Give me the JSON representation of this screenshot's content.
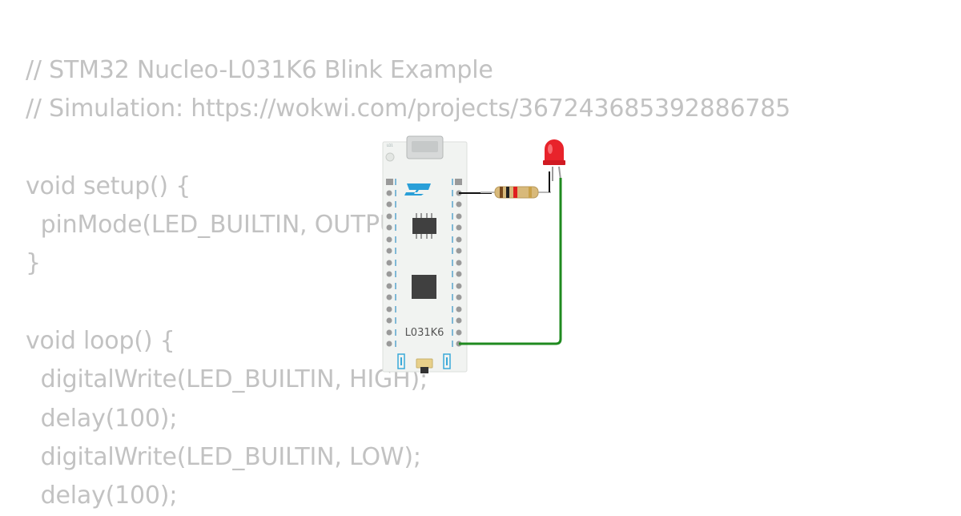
{
  "code": {
    "lines": [
      "// STM32 Nucleo-L031K6 Blink Example",
      "// Simulation: https://wokwi.com/projects/367243685392886785",
      "",
      "void setup() {",
      "  pinMode(LED_BUILTIN, OUTPUT);",
      "}",
      "",
      "void loop() {",
      "  digitalWrite(LED_BUILTIN, HIGH);",
      "  delay(100);",
      "  digitalWrite(LED_BUILTIN, LOW);",
      "  delay(100);"
    ]
  },
  "board": {
    "model_label": "L031K6",
    "logo": "ST"
  },
  "colors": {
    "code_text": "#c2c2c2",
    "board_body": "#f1f3f1",
    "chip": "#404040",
    "st_logo": "#2a9fd8",
    "wire_signal": "#1f8a1f",
    "wire_black": "#111111",
    "led_red": "#e8232b",
    "resistor_body": "#d8b97a"
  }
}
